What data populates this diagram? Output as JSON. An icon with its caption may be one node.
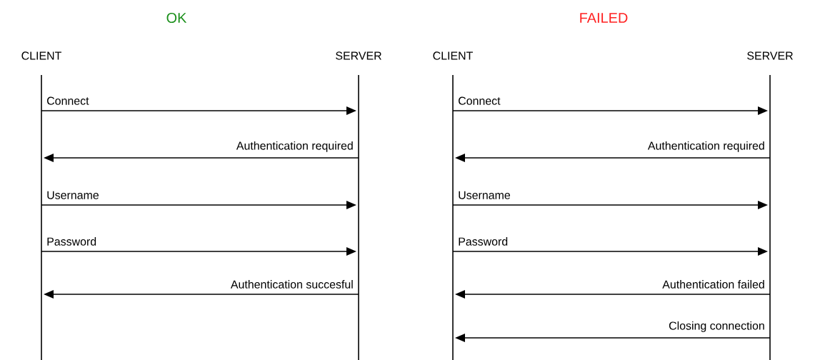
{
  "diagram": {
    "nodes": [
      {
        "text": [
          "CLIENT"
        ]
      },
      {
        "text": [
          "SERVER"
        ]
      },
      {
        "text": [
          "CLIENT"
        ]
      },
      {
        "text": [
          "SERVER"
        ]
      }
    ],
    "edges": [
      {
        "from": 0,
        "to": 1,
        "arrow": "to",
        "label": "Connect"
      },
      {
        "from": 1,
        "to": 0,
        "arrow": "to",
        "label": "Authentication required"
      },
      {
        "from": 0,
        "to": 1,
        "arrow": "to",
        "label": "Username"
      },
      {
        "from": 0,
        "to": 1,
        "arrow": "to",
        "label": "Password"
      },
      {
        "from": 1,
        "to": 0,
        "arrow": "to",
        "label": "Authentication succesful"
      },
      {
        "from": 2,
        "to": 3,
        "arrow": "to",
        "label": "Connect"
      },
      {
        "from": 3,
        "to": 2,
        "arrow": "to",
        "label": "Authentication required"
      },
      {
        "from": 2,
        "to": 3,
        "arrow": "to",
        "label": "Username"
      },
      {
        "from": 2,
        "to": 3,
        "arrow": "to",
        "label": "Password"
      },
      {
        "from": 3,
        "to": 2,
        "arrow": "to",
        "label": "Authentication failed"
      },
      {
        "from": 3,
        "to": 2,
        "arrow": "to",
        "label": "Closing connection"
      }
    ],
    "labels": [
      "OK",
      "FAILED"
    ]
  }
}
